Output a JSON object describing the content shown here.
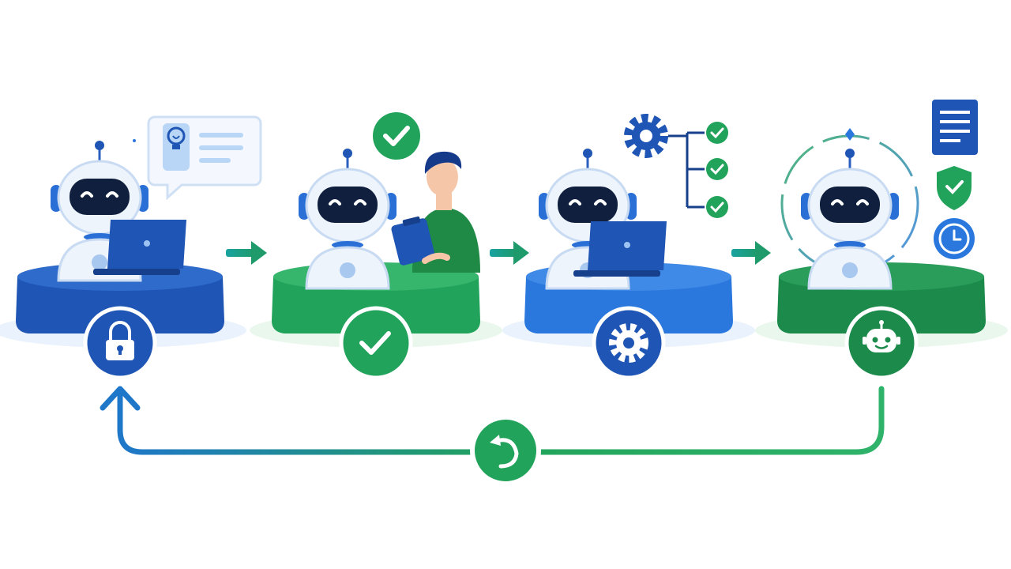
{
  "colors": {
    "blue_dark": "#1f55b5",
    "blue": "#2a78de",
    "blue_light": "#dbeafc",
    "green": "#22a35c",
    "green_dark": "#1b8a4b",
    "navy": "#0f1f3d",
    "robot_white": "#eef4fc",
    "background": "#ffffff"
  },
  "stages": [
    {
      "name": "secure-build",
      "platform_color": "blue",
      "badge_icon": "lock-icon",
      "robot_prop": "laptop",
      "extra": "idea-chat-bubble"
    },
    {
      "name": "human-review",
      "platform_color": "green",
      "badge_icon": "check-icon",
      "robot_prop": "none",
      "extra": "human-with-clipboard"
    },
    {
      "name": "configure-test",
      "platform_color": "blue",
      "badge_icon": "gear-icon",
      "robot_prop": "laptop",
      "extra": "gear-checklist-tree"
    },
    {
      "name": "deploy-agent",
      "platform_color": "green",
      "badge_icon": "robot-icon",
      "robot_prop": "none",
      "extra": "document-shield-clock"
    }
  ],
  "loop": {
    "icon": "undo-icon",
    "direction": "back-to-first-stage"
  }
}
